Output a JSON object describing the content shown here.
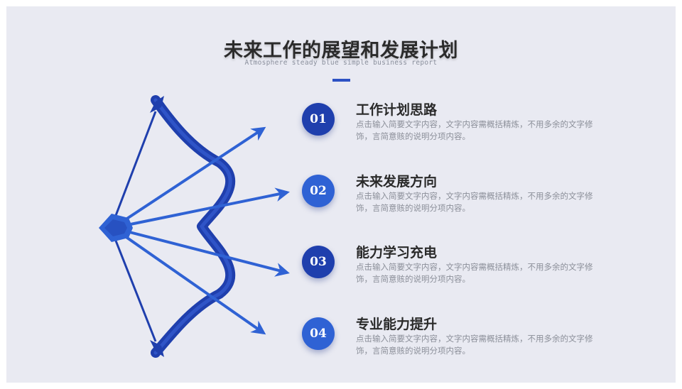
{
  "slide": {
    "title": "未来工作的展望和发展计划",
    "subtitle": "Atmosphere steady blue simple business report",
    "accent_color": "#2d52c4",
    "items": [
      {
        "number": "01",
        "title": "工作计划思路",
        "description": "点击输入简要文字内容，文字内容需概括精炼，不用多余的文字修饰，言简意赅的说明分项内容。",
        "color": "#1f3fad"
      },
      {
        "number": "02",
        "title": "未来发展方向",
        "description": "点击输入简要文字内容，文字内容需概括精炼，不用多余的文字修饰，言简意赅的说明分项内容。",
        "color": "#2f62d4"
      },
      {
        "number": "03",
        "title": "能力学习充电",
        "description": "点击输入简要文字内容，文字内容需概括精炼，不用多余的文字修饰，言简意赅的说明分项内容。",
        "color": "#1f3fad"
      },
      {
        "number": "04",
        "title": "专业能力提升",
        "description": "点击输入简要文字内容，文字内容需概括精炼，不用多余的文字修饰，言简意赅的说明分项内容。",
        "color": "#2f62d4"
      }
    ]
  },
  "illustration": {
    "icon": "bow-and-arrows-icon",
    "bow_color": "#1f3fad",
    "arrow_color": "#2f62d4"
  }
}
